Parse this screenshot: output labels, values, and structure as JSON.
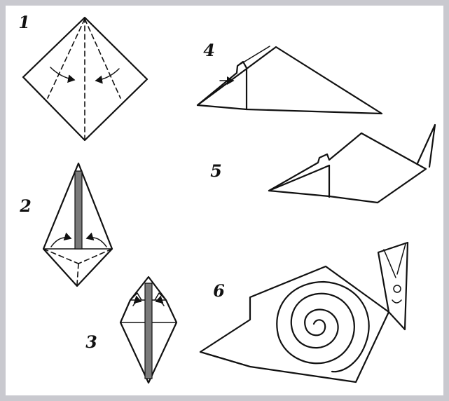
{
  "steps": [
    {
      "number": "1"
    },
    {
      "number": "2"
    },
    {
      "number": "3"
    },
    {
      "number": "4"
    },
    {
      "number": "5"
    },
    {
      "number": "6"
    }
  ],
  "colors": {
    "frame": "#c9c9cf",
    "ink": "#111111",
    "background": "#ffffff"
  }
}
